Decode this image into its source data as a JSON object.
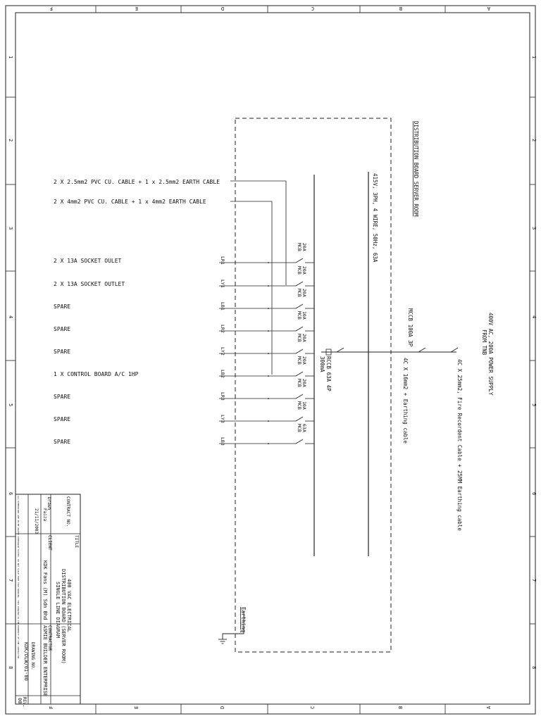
{
  "sheet": {
    "columns": [
      "F",
      "E",
      "D",
      "C",
      "B",
      "A"
    ],
    "rows": [
      "1",
      "2",
      "3",
      "4",
      "5",
      "6",
      "7",
      "8"
    ]
  },
  "board": {
    "title": "DISTRIBUTION BOARD SERVER ROOM",
    "busbar_label": "415V, 3PH, 4 WIRE, 50Hz, 63A",
    "rccb_label": "RCCB 63A 4P",
    "rccb_rating": "300mA",
    "mccb_label": "MCCB 100A 3P",
    "feeder_cable": "4C X 16mm2 + Earthing cable",
    "incoming_label": "400V AC, 200A POWER SUPPLY",
    "incoming_from": "FROM TNB",
    "incoming_cable": "4C X 25mm2, Fire Recordent Cable + 25MM Earthing cable",
    "earthing_label": "Earthing"
  },
  "cable_notes": [
    "2 X 2.5mm2 PVC CU. CABLE + 1 x 2.5mm2 EARTH CABLE",
    "2 X 4mm2 PVC CU. CABLE + 1 x 4mm2 EARTH CABLE"
  ],
  "circuits": [
    {
      "desc": "2 X 13A SOCKET OULET",
      "ref": "LR1",
      "rating": "20A",
      "type": "MCB"
    },
    {
      "desc": "2 X 13A SOCKET OUTLET",
      "ref": "LY1",
      "rating": "20A",
      "type": "MCB"
    },
    {
      "desc": "SPARE",
      "ref": "LB1",
      "rating": "20A",
      "type": "MCB"
    },
    {
      "desc": "SPARE",
      "ref": "LR2",
      "rating": "10A",
      "type": "MCB"
    },
    {
      "desc": "SPARE",
      "ref": "LY2",
      "rating": "20A",
      "type": "MCB"
    },
    {
      "desc": "1 X CONTROL BOARD A/C 1HP",
      "ref": "LB2",
      "rating": "20A",
      "type": "MCB"
    },
    {
      "desc": "SPARE",
      "ref": "LR3",
      "rating": "20A",
      "type": "MCB"
    },
    {
      "desc": "SPARE",
      "ref": "LY3",
      "rating": "10A",
      "type": "MCB"
    },
    {
      "desc": "SPARE",
      "ref": "LB3",
      "rating": "63A",
      "type": "MCB"
    }
  ],
  "title_block": {
    "title_line1": "400 VAC ELECTRICAL",
    "title_line2": "DISTRIBUTION BOARD (SERVER ROOM)",
    "title_line3": "SINGLE LINE DIAGRAM",
    "project": "KDK Fans (M) Sdn Bhd",
    "contractor": "ASMIE BUILDER ENTERPRISE",
    "drawing_no": "KDK/DLW/01-00",
    "sheet_no": "00",
    "field_title": "TITLE",
    "field_client": "CLIENT",
    "field_contractor": "CONTRACTOR",
    "field_drawing_no": "DRAWING NO.",
    "field_rev": "REV.",
    "field_contract_no": "CONTRACT NO.",
    "field_drawn": "Drawn",
    "drawn_by": "Faiza",
    "date": "21/11/2003",
    "revision_note": "ALL DIMENSIONS ARE IN MM UNLESS OTHERWISE STATED. DO NOT SCALE FROM THIS DRAWING. THIS DRAWING IS THE PROPERTY OF THE CONTRACTOR."
  }
}
